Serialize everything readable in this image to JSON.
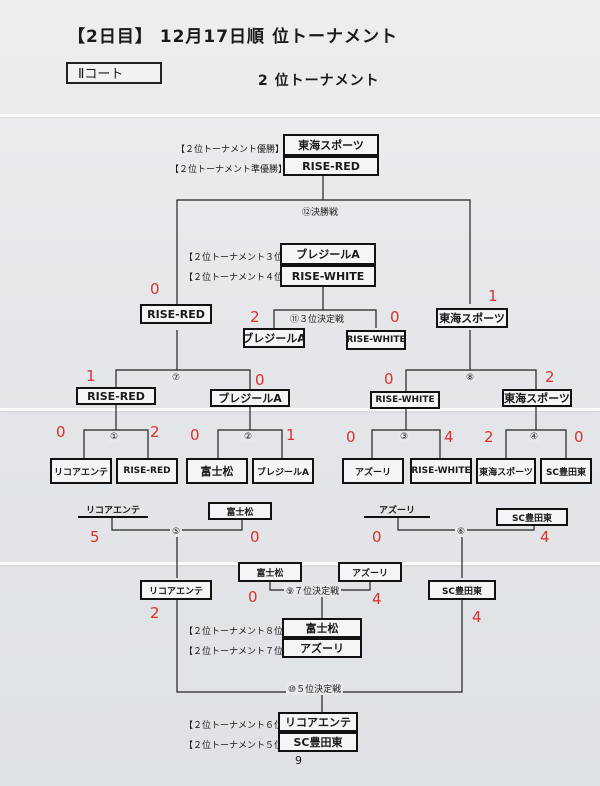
{
  "header": {
    "title": "【2日目】 12月17日順 位トーナメント",
    "court": "Ⅱコート",
    "subtitle": "2 位トーナメント"
  },
  "ranks": {
    "champion_label": "【２位トーナメント優勝】",
    "champion": "東海スポーツ",
    "runnerup_label": "【２位トーナメント準優勝】",
    "runnerup": "RISE-RED",
    "third_label": "【２位トーナメント３位】",
    "third": "ブレジールA",
    "fourth_label": "【２位トーナメント４位】",
    "fourth": "RISE-WHITE",
    "eighth_label": "【２位トーナメント８位】",
    "eighth": "富士松",
    "seventh_label": "【２位トーナメント７位】",
    "seventh": "アズーリ",
    "sixth_label": "【２位トーナメント６位】",
    "sixth": "リコアエンテ",
    "fifth_label": "【２位トーナメント５位】",
    "fifth": "SC豊田東"
  },
  "matches": {
    "m12": "⑫決勝戦",
    "m11": "⑪３位決定戦",
    "m10": "⑩５位決定戦",
    "m9": "⑨７位決定戦",
    "m1": "①",
    "m2": "②",
    "m3": "③",
    "m4": "④",
    "m5": "⑤",
    "m6": "⑥",
    "m7": "⑦",
    "m8": "⑧"
  },
  "teams": {
    "t1": "リコアエンテ",
    "t2": "RISE-RED",
    "t3": "富士松",
    "t4": "ブレジールA",
    "t5": "アズーリ",
    "t6": "RISE-WHITE",
    "t7": "東海スポーツ",
    "t8": "SC豊田東"
  },
  "round1": {
    "w1": "RISE-RED",
    "w2": "ブレジールA",
    "w3": "RISE-WHITE",
    "w4": "東海スポーツ"
  },
  "semis": {
    "w7": "RISE-RED",
    "w8": "東海スポーツ"
  },
  "third_place": {
    "a": "ブレジールA",
    "b": "RISE-WHITE"
  },
  "consolation": {
    "l1": "リコアエンテ",
    "l2": "富士松",
    "l3": "アズーリ",
    "l4": "SC豊田東",
    "w5": "リコアエンテ",
    "w6": "SC豊田東",
    "m9a": "富士松",
    "m9b": "アズーリ"
  },
  "scores": {
    "m1a": "0",
    "m1b": "2",
    "m2a": "0",
    "m2b": "1",
    "m3a": "0",
    "m3b": "4",
    "m4a": "2",
    "m4b": "0",
    "m7a": "1",
    "m7b": "0",
    "m8a": "0",
    "m8b": "2",
    "m11a": "2",
    "m11b": "0",
    "m12a": "0",
    "m12b": "1",
    "m5a": "5",
    "m5b": "0",
    "m6a": "0",
    "m6b": "4",
    "m9a": "0",
    "m9b": "4",
    "m10a": "2",
    "m10b": "4"
  },
  "page_number": "9"
}
